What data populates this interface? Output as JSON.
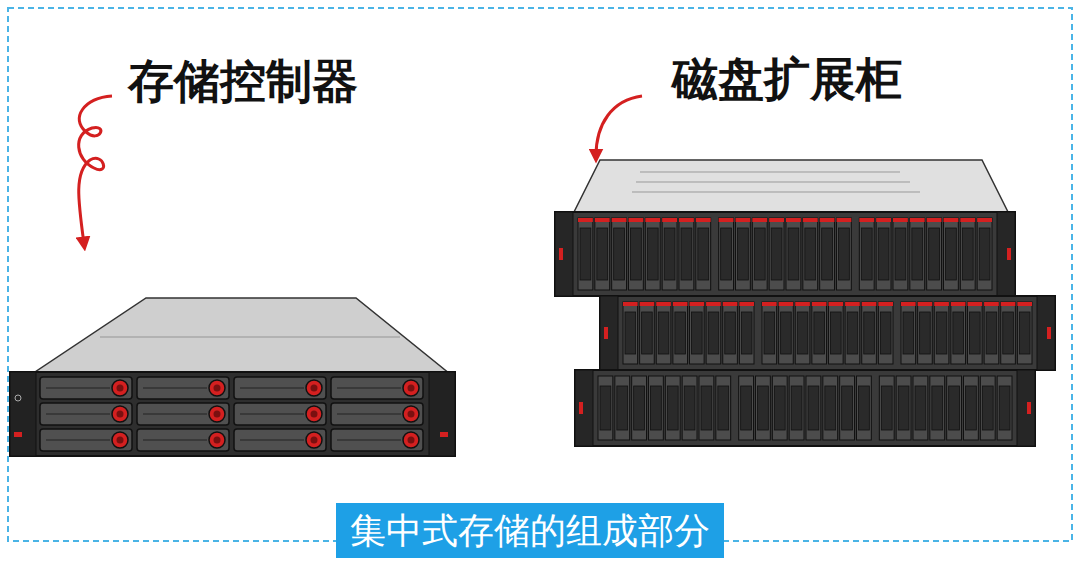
{
  "diagram": {
    "caption": "集中式存储的组成部分",
    "labels": [
      "存储控制器",
      "磁盘扩展柜"
    ]
  }
}
